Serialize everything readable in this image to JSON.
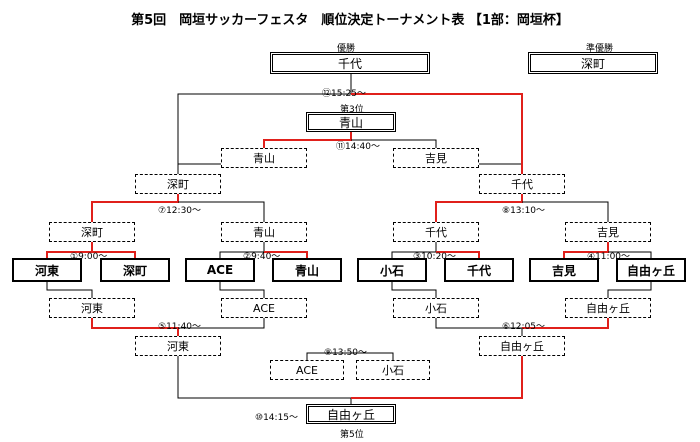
{
  "title": "第5回　岡垣サッカーフェスタ　順位決定トーナメント表 【1部：岡垣杯】",
  "labels": {
    "champion": "優勝",
    "runner_up": "準優勝",
    "third": "第3位",
    "fifth": "第5位"
  },
  "results": {
    "champion": "千代",
    "runner_up": "深町",
    "third": "青山",
    "fifth": "自由ヶ丘"
  },
  "round1": {
    "m1": {
      "no": "①",
      "time": "9:00～",
      "teams": [
        "河東",
        "深町"
      ],
      "winner": "深町",
      "loser": "河東"
    },
    "m2": {
      "no": "②",
      "time": "9:40～",
      "teams": [
        "ACE",
        "青山"
      ],
      "winner": "青山",
      "loser": "ACE"
    },
    "m3": {
      "no": "③",
      "time": "10:20～",
      "teams": [
        "小石",
        "千代"
      ],
      "winner": "千代",
      "loser": "小石"
    },
    "m4": {
      "no": "④",
      "time": "11:00～",
      "teams": [
        "吉見",
        "自由ヶ丘"
      ],
      "winner": "吉見",
      "loser": "自由ヶ丘"
    }
  },
  "lower": {
    "m5": {
      "no": "⑤",
      "time": "11:40～",
      "winner": "河東"
    },
    "m6": {
      "no": "⑥",
      "time": "12:05～",
      "winner": "自由ヶ丘"
    },
    "m9": {
      "no": "⑨",
      "time": "13:50～",
      "teams": [
        "ACE",
        "小石"
      ]
    },
    "m10": {
      "no": "⑩",
      "time": "14:15～"
    }
  },
  "upper": {
    "m7": {
      "no": "⑦",
      "time": "12:30～",
      "winner": "深町"
    },
    "m8": {
      "no": "⑧",
      "time": "13:10～",
      "winner": "千代"
    },
    "m11": {
      "no": "⑪",
      "time": "14:40～",
      "teams": [
        "青山",
        "吉見"
      ]
    },
    "m12": {
      "no": "⑫",
      "time": "15:25～"
    }
  },
  "colors": {
    "win_line": "#e0201b",
    "line": "#000000"
  }
}
